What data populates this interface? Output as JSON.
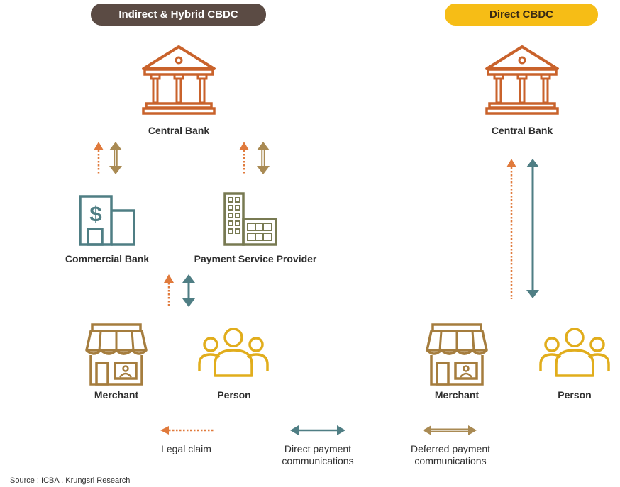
{
  "headers": {
    "indirect": "Indirect & Hybrid CBDC",
    "direct": "Direct CBDC"
  },
  "indirect": {
    "central_bank": "Central Bank",
    "commercial_bank": "Commercial Bank",
    "psp": "Payment Service Provider",
    "merchant": "Merchant",
    "person": "Person"
  },
  "direct": {
    "central_bank": "Central Bank",
    "merchant": "Merchant",
    "person": "Person"
  },
  "legend": {
    "legal_claim": "Legal claim",
    "direct_payment_line1": "Direct payment",
    "direct_payment_line2": "communications",
    "deferred_payment_line1": "Deferred payment",
    "deferred_payment_line2": "communications"
  },
  "source": "Source : ICBA , Krungsri Research",
  "colors": {
    "bank_orange": "#c9622b",
    "legal_claim": "#e07a3c",
    "direct_teal": "#4f7e84",
    "deferred_tan": "#a98a53",
    "merchant_tan": "#a57d3e",
    "person_gold": "#e1ad1c",
    "commercial_teal": "#4f7e84",
    "psp_olive": "#787a52",
    "indirect_header": "#5b4b44",
    "direct_header": "#f6bd16"
  },
  "icons": [
    "central-bank-icon",
    "commercial-bank-icon",
    "building-icon",
    "shop-icon",
    "people-icon"
  ]
}
